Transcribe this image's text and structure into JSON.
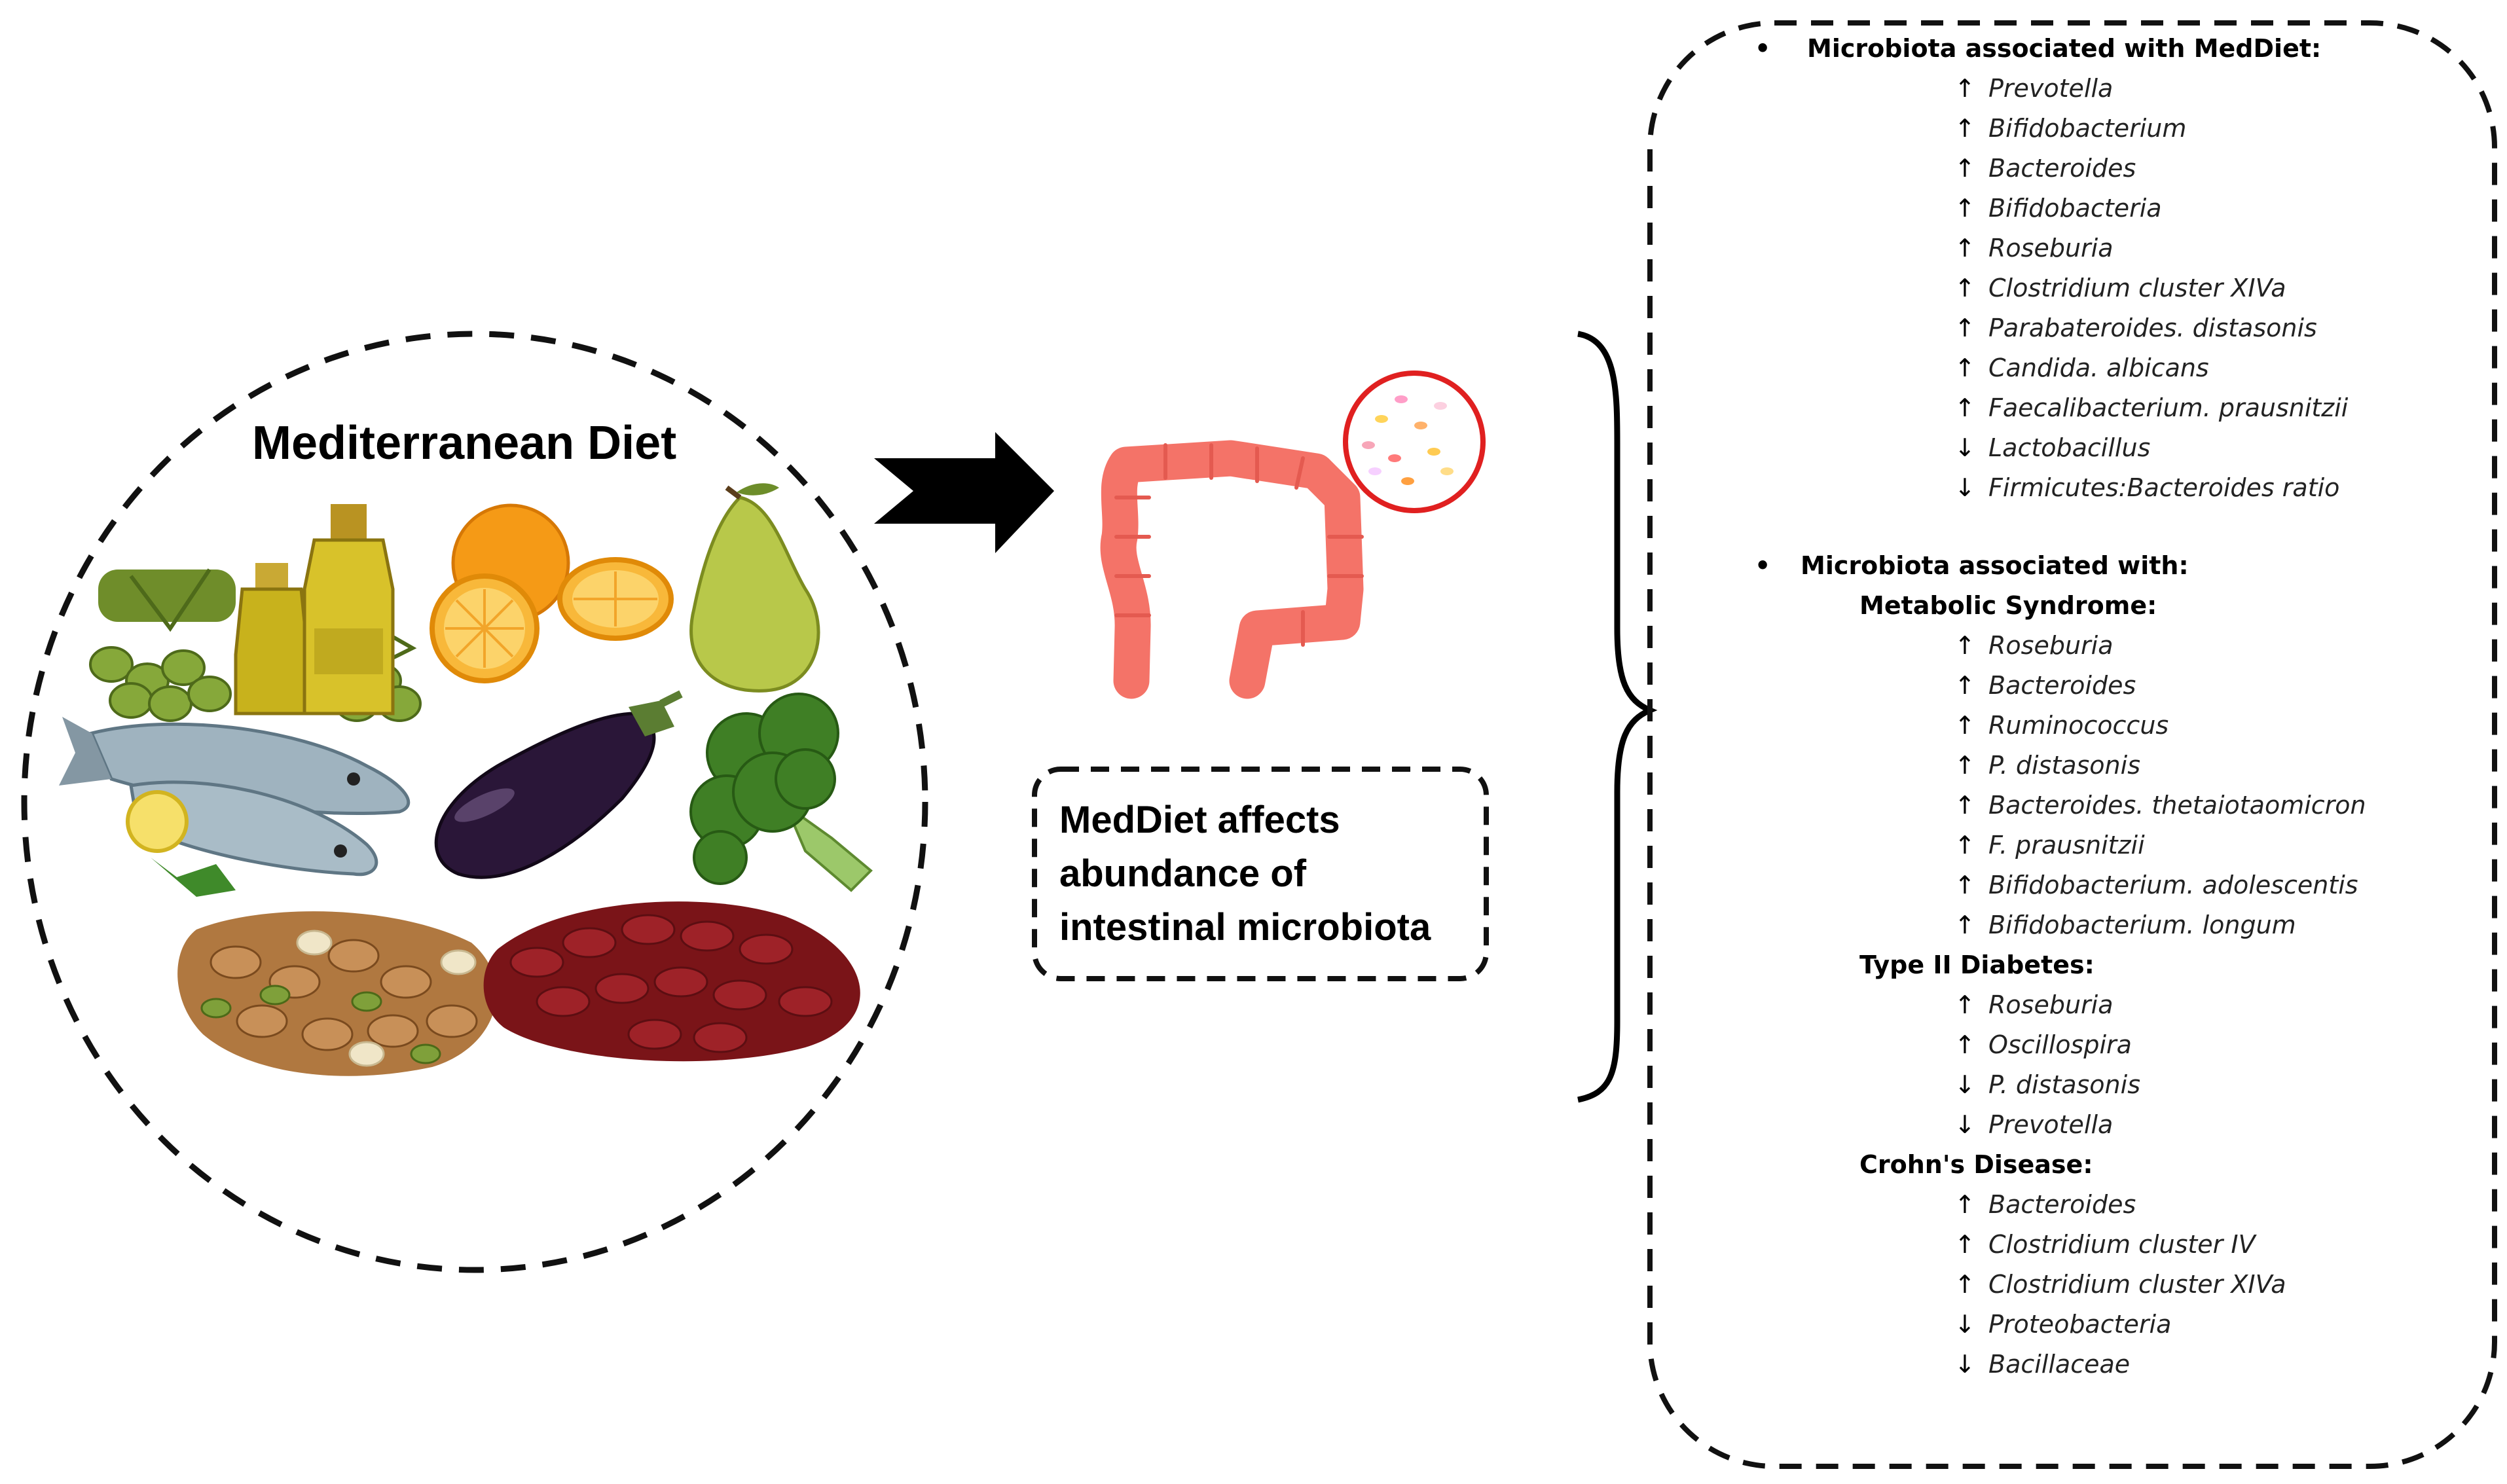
{
  "diet": {
    "title": "Mediterranean Diet",
    "foods": [
      "olives-olive-oil",
      "oranges",
      "pear",
      "fish",
      "eggplant",
      "broccoli",
      "nuts",
      "beans"
    ]
  },
  "effect": {
    "lines": [
      "MedDiet affects",
      "abundance of",
      "intestinal microbiota"
    ]
  },
  "sections": [
    {
      "header": "Microbiota associated with MedDiet:",
      "groups": [
        {
          "title": "",
          "items": [
            {
              "dir": "↑",
              "text": "Prevotella"
            },
            {
              "dir": "↑",
              "text": "Bifidobacterium"
            },
            {
              "dir": "↑",
              "text": "Bacteroides"
            },
            {
              "dir": "↑",
              "text": "Bifidobacteria"
            },
            {
              "dir": "↑",
              "text": "Roseburia"
            },
            {
              "dir": "↑",
              "text": "Clostridium cluster XIVa"
            },
            {
              "dir": "↑",
              "text": "Parabateroides. distasonis"
            },
            {
              "dir": "↑",
              "text": "Candida. albicans"
            },
            {
              "dir": "↑",
              "text": "Faecalibacterium. prausnitzii"
            },
            {
              "dir": "↓",
              "text": "Lactobacillus"
            },
            {
              "dir": "↓",
              "text": "Firmicutes:Bacteroides ratio"
            }
          ]
        }
      ]
    },
    {
      "header": "Microbiota associated with:",
      "groups": [
        {
          "title": "Metabolic Syndrome:",
          "items": [
            {
              "dir": "↑",
              "text": "Roseburia"
            },
            {
              "dir": "↑",
              "text": "Bacteroides"
            },
            {
              "dir": "↑",
              "text": "Ruminococcus"
            },
            {
              "dir": "↑",
              "text": "P. distasonis"
            },
            {
              "dir": "↑",
              "text": "Bacteroides. thetaiotaomicron"
            },
            {
              "dir": "↑",
              "text": "F. prausnitzii"
            },
            {
              "dir": "↑",
              "text": "Bifidobacterium. adolescentis"
            },
            {
              "dir": "↑",
              "text": "Bifidobacterium. longum"
            }
          ]
        },
        {
          "title": "Type II Diabetes:",
          "items": [
            {
              "dir": "↑",
              "text": "Roseburia"
            },
            {
              "dir": "↑",
              "text": "Oscillospira"
            },
            {
              "dir": "↓",
              "text": "P. distasonis"
            },
            {
              "dir": "↓",
              "text": "Prevotella"
            }
          ]
        },
        {
          "title": "Crohn's Disease:",
          "items": [
            {
              "dir": "↑",
              "text": "Bacteroides"
            },
            {
              "dir": "↑",
              "text": "Clostridium cluster IV"
            },
            {
              "dir": "↑",
              "text": "Clostridium cluster XIVa"
            },
            {
              "dir": "↓",
              "text": "Proteobacteria"
            },
            {
              "dir": "↓",
              "text": "Bacillaceae"
            }
          ]
        }
      ]
    }
  ],
  "colors": {
    "intestine": "#f47368",
    "magnify_ring": "#e02020",
    "arrow": "#000000"
  }
}
